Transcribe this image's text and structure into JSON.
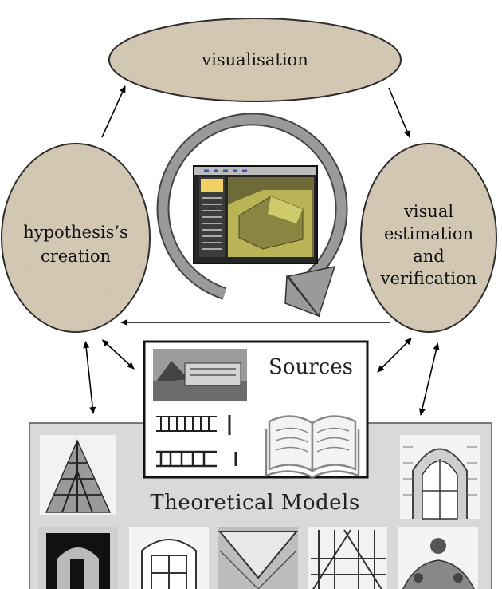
{
  "nodes": {
    "visualisation": "visualisation",
    "hypothesis": [
      "hypothesis’s",
      "creation"
    ],
    "verification": [
      "visual",
      "estimation",
      "and",
      "verification"
    ]
  },
  "sources": {
    "title": "Sources"
  },
  "models": {
    "title": "Theoretical Models"
  },
  "colors": {
    "node_fill": "#d8cdb8",
    "node_stroke": "#222222",
    "cycle_arrow": "#9a9a9a",
    "models_bg": "#d9d9d9",
    "screen_bg": "#262626",
    "scene_yellow": "#b9b456"
  },
  "icons": {
    "cycle": "circular-arrow-icon",
    "screenshot": "3d-software-screenshot",
    "book": "open-book-icon"
  }
}
